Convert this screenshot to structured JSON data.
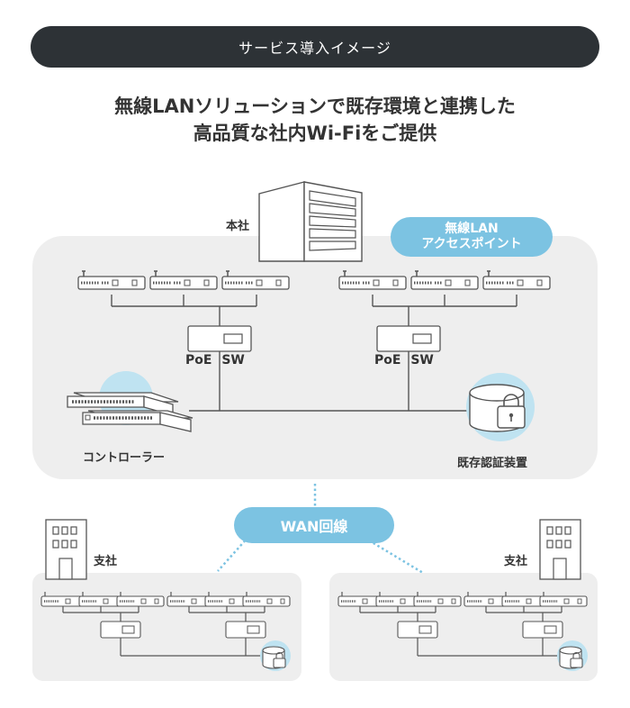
{
  "banner": {
    "label": "サービス導入イメージ"
  },
  "headline": {
    "line1": "無線LANソリューションで既存環境と連携した",
    "line2": "高品質な社内Wi-Fiをご提供"
  },
  "hq": {
    "label": "本社"
  },
  "ap_tag": {
    "line1": "無線LAN",
    "line2": "アクセスポイント"
  },
  "poe_left": "PoE SW",
  "poe_right": "PoE SW",
  "controller_label": "コントローラー",
  "auth_label": "既存認証装置",
  "wan_label": "WAN回線",
  "branch_left": {
    "label": "支社"
  },
  "branch_right": {
    "label": "支社"
  },
  "colors": {
    "banner_bg": "#2d3236",
    "accent_blue": "#7cc3e2",
    "panel_bg": "#eeeeee",
    "line": "#555555",
    "light_blue": "#bfe3f1"
  }
}
